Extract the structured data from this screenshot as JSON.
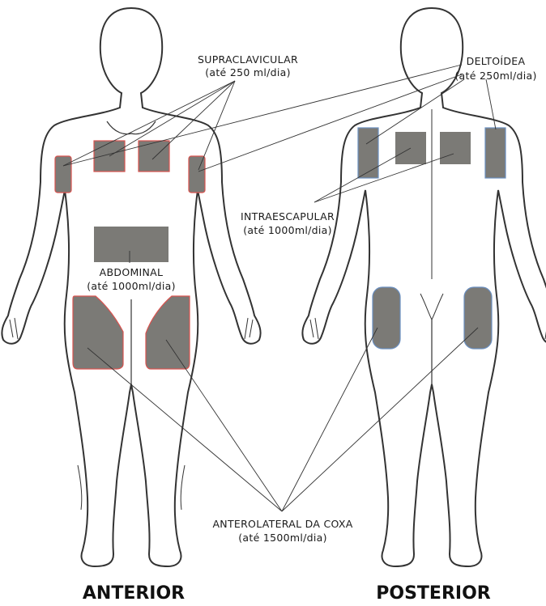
{
  "views": {
    "anterior": "ANTERIOR",
    "posterior": "POSTERIOR"
  },
  "labels": {
    "supraclavicular": {
      "name": "SUPRACLAVICULAR",
      "volume": "(até 250 ml/dia)"
    },
    "deltoidea": {
      "name": "DELTOÍDEA",
      "volume": "(até 250ml/dia)"
    },
    "intraescapular": {
      "name": "INTRAESCAPULAR",
      "volume": "(até 1000ml/dia)"
    },
    "abdominal": {
      "name": "ABDOMINAL",
      "volume": "(até 1000ml/dia)"
    },
    "anterolateral": {
      "name": "ANTEROLATERAL DA COXA",
      "volume": "(até 1500ml/dia)"
    }
  },
  "colors": {
    "site_fill": "#7b7a76",
    "anterior_border": "#d9534f",
    "posterior_border": "#6a8fc0",
    "outline": "#333333"
  }
}
